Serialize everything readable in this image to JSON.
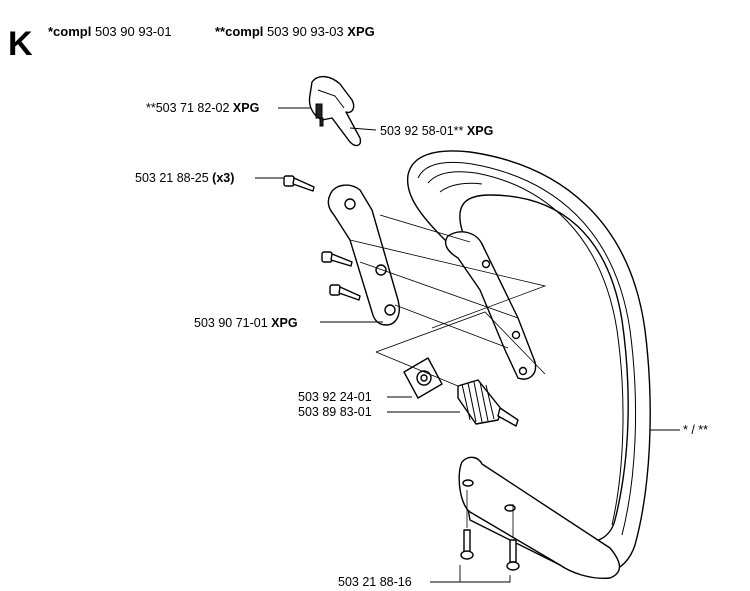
{
  "section": {
    "letter": "K",
    "compl_1_prefix": "*compl",
    "compl_1_number": "503 90 93-01",
    "compl_2_prefix": "**compl",
    "compl_2_number": "503 90 93-03",
    "compl_2_suffix": "XPG"
  },
  "callouts": [
    {
      "id": "switch-part",
      "text": "**503 71 82-02 ",
      "suffix": "XPG"
    },
    {
      "id": "switch-lever",
      "text": "503 92 58-01** ",
      "suffix": "XPG"
    },
    {
      "id": "screws-x3",
      "text": "503 21 88-25 ",
      "suffix": "(x3)"
    },
    {
      "id": "bracket",
      "text": "503 90 71-01 ",
      "suffix": "XPG"
    },
    {
      "id": "vibration-plate",
      "text": "503 92 24-01",
      "suffix": ""
    },
    {
      "id": "spring",
      "text": "503 89 83-01",
      "suffix": ""
    },
    {
      "id": "handle",
      "text": "* / **",
      "suffix": ""
    },
    {
      "id": "bottom-screws",
      "text": "503 21 88-16",
      "suffix": ""
    }
  ]
}
